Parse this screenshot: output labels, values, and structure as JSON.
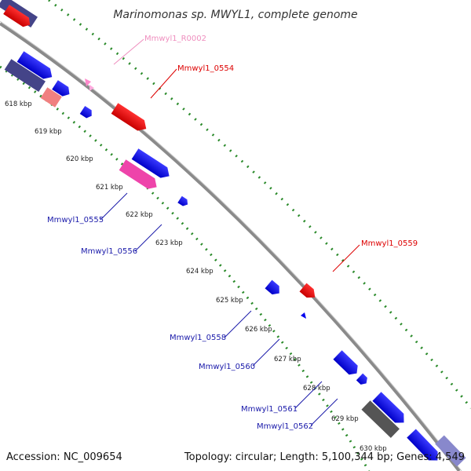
{
  "map": {
    "title": "Marinomonas sp. MWYL1, complete genome",
    "accession_text": "Accession: NC_009654",
    "topology_text": "Topology: circular; Length: 5,100,344 bp; Genes: 4,549"
  },
  "ticks": [
    {
      "label": "618 kbp"
    },
    {
      "label": "619 kbp"
    },
    {
      "label": "620 kbp"
    },
    {
      "label": "621 kbp"
    },
    {
      "label": "622 kbp"
    },
    {
      "label": "623 kbp"
    },
    {
      "label": "624 kbp"
    },
    {
      "label": "625 kbp"
    },
    {
      "label": "626 kbp"
    },
    {
      "label": "627 kbp"
    },
    {
      "label": "628 kbp"
    },
    {
      "label": "629 kbp"
    },
    {
      "label": "630 kbp"
    }
  ],
  "gene_labels": [
    {
      "name": "Mmwyl1_R0002",
      "color": "#ef8fbf"
    },
    {
      "name": "Mmwyl1_0554",
      "color": "#dd0000"
    },
    {
      "name": "Mmwyl1_0555",
      "color": "#1a1aaa"
    },
    {
      "name": "Mmwyl1_0556",
      "color": "#1a1aaa"
    },
    {
      "name": "Mmwyl1_0559",
      "color": "#dd0000"
    },
    {
      "name": "Mmwyl1_0558",
      "color": "#1a1aaa"
    },
    {
      "name": "Mmwyl1_0560",
      "color": "#1a1aaa"
    },
    {
      "name": "Mmwyl1_0561",
      "color": "#1a1aaa"
    },
    {
      "name": "Mmwyl1_0562",
      "color": "#1a1aaa"
    }
  ],
  "colors": {
    "backbone": "#8a8a8a",
    "dotted": "#2a8a2a",
    "gene_forward": "#dd0000",
    "gene_reverse": "#0000ee",
    "rna": "#ff88cc",
    "highlight": "#ee44aa",
    "dark": "#444488",
    "gray_block": "#555555"
  }
}
